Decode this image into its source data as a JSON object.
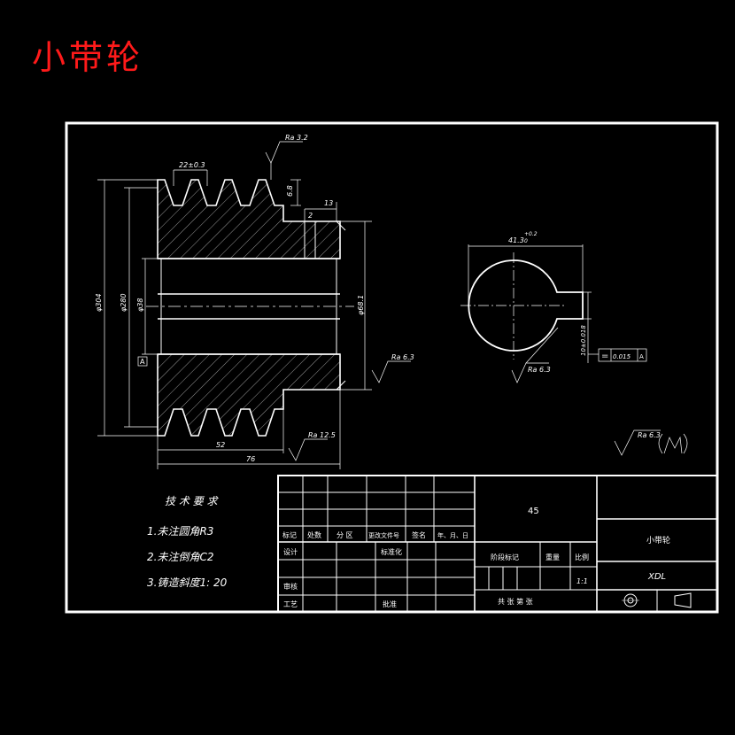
{
  "title": "小带轮",
  "dimensions": {
    "groove_pitch": "22±0.3",
    "ra_top": "Ra 3.2",
    "groove_depth": "6.8",
    "hub_width": "13",
    "chamfer": "2",
    "outer_dia": "φ304",
    "groove_dia": "φ280",
    "bore": "φ38",
    "hub_dia": "φ68.1",
    "ra_hub": "Ra 6.3",
    "ra_bottom": "Ra 12.5",
    "len_52": "52",
    "len_76": "76",
    "datum": "A",
    "keyway_depth": "41.3",
    "keyway_tol_up": "+0.2",
    "keyway_tol_low": "0",
    "keyway_width": "10±0.018",
    "ra_bore": "Ra 6.3",
    "tol_symbol": "=",
    "tol_value": "0.015",
    "tol_datum": "A",
    "ra_general": "Ra 6.3"
  },
  "tech_requirements": {
    "heading": "技 术 要 求",
    "items": [
      "1.未注圆角R3",
      "2.未注倒角C2",
      "3.铸造斜度1: 20"
    ]
  },
  "title_block": {
    "material": "45",
    "part_name": "小带轮",
    "drawing_no": "XDL",
    "scale": "1:1",
    "sheet": "共  张  第  张",
    "rev_headers": [
      "标记",
      "处数",
      "分 区",
      "更改文件号",
      "签名",
      "年、月、日"
    ],
    "design": "设计",
    "standardize": "标准化",
    "stage_mark": "阶段标记",
    "weight": "重量",
    "scale_label": "比例",
    "review": "审核",
    "process": "工艺",
    "approve": "批准"
  }
}
